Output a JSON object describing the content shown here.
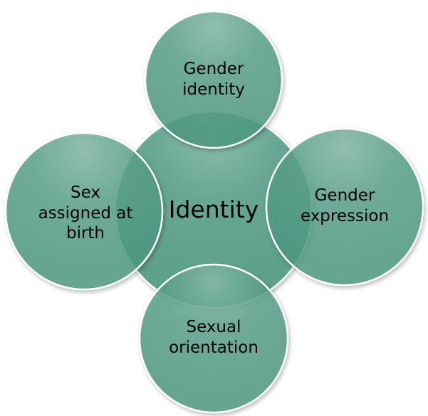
{
  "diagram": {
    "center": {
      "label": "Identity"
    },
    "top": {
      "label": "Gender\nidentity"
    },
    "right": {
      "label": "Gender\nexpression"
    },
    "bottom": {
      "label": "Sexual\norientation"
    },
    "left": {
      "label": "Sex\nassigned at\nbirth"
    }
  },
  "colors": {
    "fill": "#4e9a82",
    "stroke": "#ffffff",
    "overlap_tint": "#1f6b52",
    "text": "#000000"
  }
}
